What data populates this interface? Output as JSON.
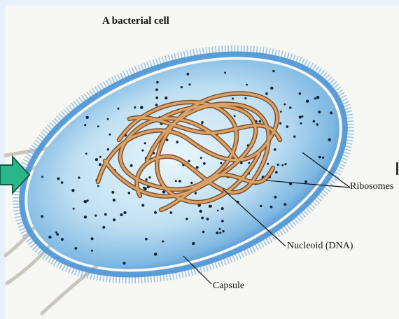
{
  "diagram": {
    "title": "A bacterial cell",
    "labels": {
      "ribosomes": "Ribosomes",
      "nucleoid": "Nucleoid (DNA)",
      "capsule": "Capsule"
    }
  },
  "pointer_arrow": {
    "color": "#2bb68a",
    "icon": "green-right-arrow-icon"
  },
  "colors": {
    "cytoplasm": "#bfe0f2",
    "capsule": "#4a94d4",
    "dna": "#b0622a"
  }
}
